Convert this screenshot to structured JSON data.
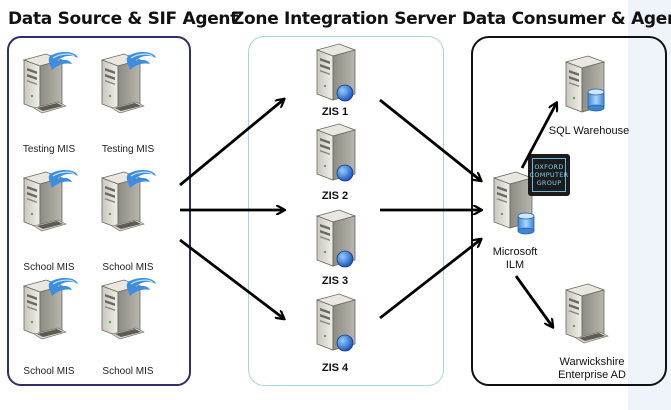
{
  "headings": {
    "source": "Data Source & SIF Agent",
    "zone": "Zone Integration Server",
    "consumer": "Data Consumer & Agent"
  },
  "source_servers": [
    {
      "label": "Testing MIS"
    },
    {
      "label": "Testing MIS"
    },
    {
      "label": "School MIS"
    },
    {
      "label": "School MIS"
    },
    {
      "label": "School MIS"
    },
    {
      "label": "School MIS"
    }
  ],
  "zis_servers": [
    {
      "label": "ZIS 1"
    },
    {
      "label": "ZIS 2"
    },
    {
      "label": "ZIS 3"
    },
    {
      "label": "ZIS 4"
    }
  ],
  "consumer": {
    "sql_warehouse": "SQL Warehouse",
    "ilm_line1": "Microsoft",
    "ilm_line2": "ILM",
    "ad_line1": "Warwickshire",
    "ad_line2": "Enterprise AD",
    "logo_line1": "OXFORD",
    "logo_line2": "COMPUTER",
    "logo_line3": "GROUP"
  },
  "colors": {
    "source_border": "#2f2f6b",
    "zone_border": "#a7d5e0",
    "consumer_border": "#111111",
    "sif_swoosh": "#3c8fe0",
    "globe": "#2f6fd0",
    "database": "#6aaee8"
  },
  "icons": {
    "server": "server-tower-icon",
    "agent": "sif-swoosh-icon",
    "zis": "globe-icon",
    "db": "database-cylinder-icon",
    "ad_keyboard": "keyboard-icon"
  }
}
